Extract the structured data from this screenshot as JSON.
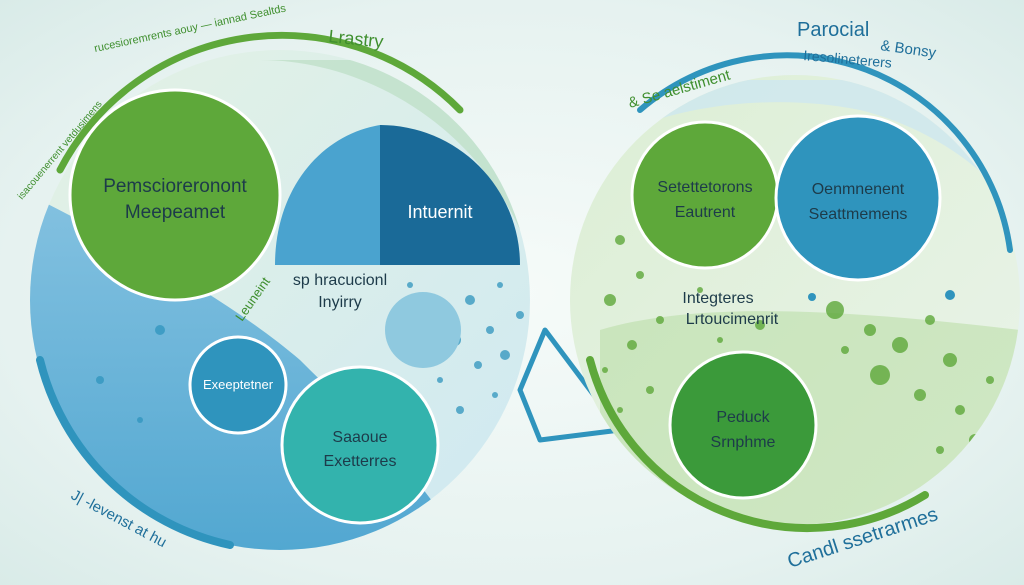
{
  "colors": {
    "green": "#5ea83a",
    "blue": "#2f94bd",
    "teal": "#33b3ad",
    "navy": "#1a6a98",
    "light_blue": "#8fc9df",
    "pale_green": "#c9e2b4"
  },
  "left_group": {
    "top_left_circle": {
      "line1": "Pemscioreronont",
      "line2": "Meepeamet"
    },
    "top_right_segment": {
      "text": "Intuernit"
    },
    "center_text": {
      "line1": "sp hracucionl",
      "line2": "Inyirry"
    },
    "small_circle": {
      "text": "Exeeptetner"
    },
    "bottom_circle": {
      "line1": "Saaoue",
      "line2": "Exetterres"
    },
    "arc_label_top": "Lrastry",
    "arc_text_top_small": "rucesioremrents aouy — iannad Sealtds",
    "arc_text_left": "isacouenerrent vetdusimens",
    "side_word": "Leuneint",
    "arc_text_bottom": "J| -levenst at hu"
  },
  "right_group": {
    "top_left_circle": {
      "line1": "Setettetorons",
      "line2": "Eautrent"
    },
    "top_right_circle": {
      "line1": "Oenmnenent",
      "line2": "Seattmemens"
    },
    "center_text": {
      "line1": "Integteres",
      "line2": "Lrtoucimenrit"
    },
    "bottom_circle": {
      "line1": "Peduck",
      "line2": "Srnphme"
    },
    "corner_label_line1": "Parocial",
    "corner_label_line1b": "& Bonsy",
    "corner_label_line2": "Iresolineterers",
    "arc_text_top": "& Se aelstiment",
    "bottom_label": "Candl ssetrarmes"
  }
}
